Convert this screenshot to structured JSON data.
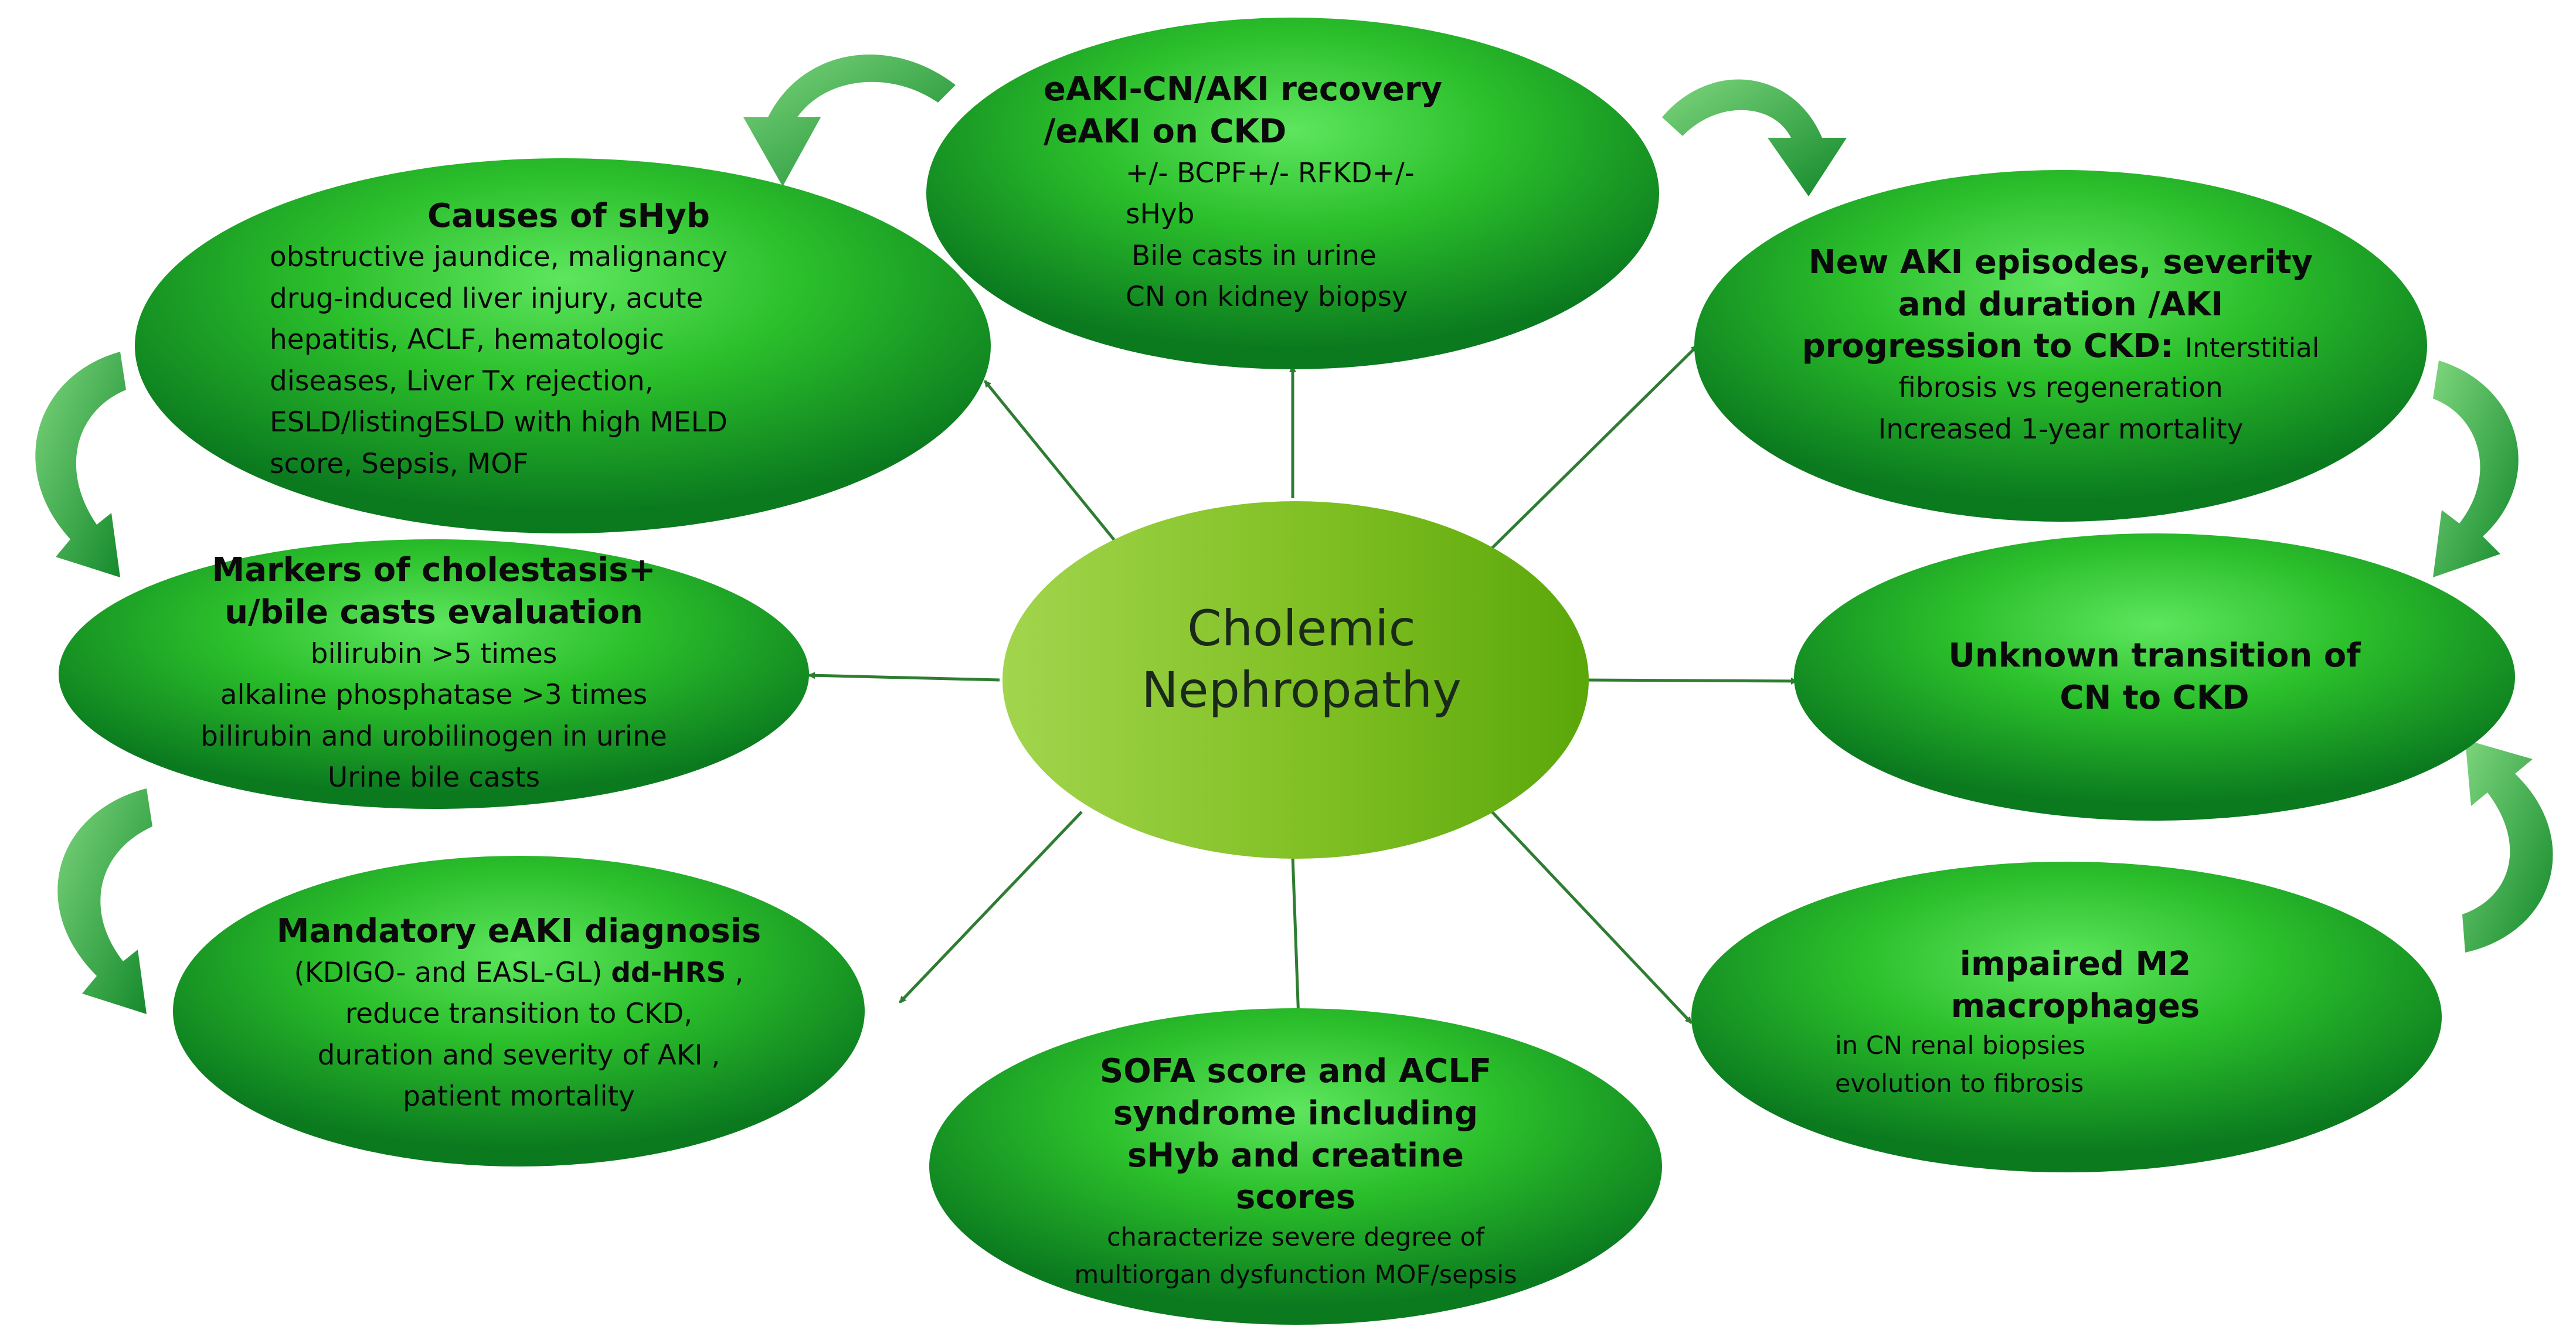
{
  "colors": {
    "ellipse_light": "#4ddc4d",
    "ellipse_mid": "#22b822",
    "ellipse_dark": "#0a7a1e",
    "center_left": "#9cd24a",
    "center_right": "#5ca80c",
    "connector": "#2e7d32",
    "curved_arrow": "#1f9a2f"
  },
  "center": {
    "line1": "Cholemic",
    "line2": "Nephropathy"
  },
  "nodes": {
    "top": {
      "title": "eAKI-CN/AKI recovery /eAKI on CKD",
      "lines": [
        "+/- BCPF+/- RFKD+/-",
        "sHyb",
        "Bile casts in urine",
        "CN on kidney biopsy"
      ]
    },
    "causes": {
      "title": "Causes of sHyb",
      "lines": [
        "obstructive jaundice, malignancy",
        "drug-induced liver injury, acute",
        "hepatitis, ACLF, hematologic",
        "diseases,  Liver Tx rejection,",
        "ESLD/listingESLD with high MELD",
        "score, Sepsis, MOF"
      ]
    },
    "new_aki": {
      "title": "New AKI episodes, severity and duration /AKI progression to CKD:",
      "title_suffix": "Interstitial",
      "lines": [
        "fibrosis vs regeneration",
        "Increased 1-year mortality"
      ]
    },
    "markers": {
      "title": "Markers of cholestasis+ u/bile casts evaluation",
      "lines": [
        "bilirubin >5 times",
        "alkaline phosphatase >3 times",
        "bilirubin and urobilinogen in urine",
        "Urine bile casts"
      ]
    },
    "unknown": {
      "title": "Unknown transition of CN to CKD"
    },
    "mandatory": {
      "title": "Mandatory eAKI diagnosis",
      "line1_prefix": "(KDIGO- and EASL-GL)",
      "line1_bold": "dd-HRS",
      "line1_suffix": ",",
      "lines": [
        "reduce transition to CKD,",
        "duration and severity of AKI ,",
        "patient mortality"
      ]
    },
    "impaired": {
      "title": "impaired M2 macrophages",
      "lines": [
        "in CN renal biopsies",
        "evolution to fibrosis"
      ]
    },
    "sofa": {
      "title": "SOFA score and ACLF syndrome including sHyb and creatine scores",
      "lines": [
        "characterize severe degree of",
        "multiorgan dysfunction MOF/sepsis"
      ]
    }
  }
}
